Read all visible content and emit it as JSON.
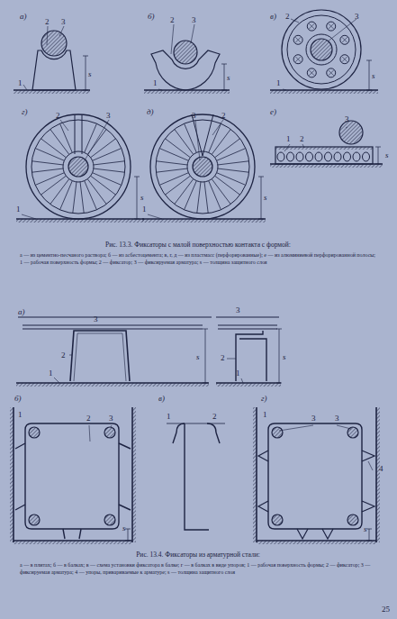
{
  "diagram": {
    "labels": [
      "а)",
      "2",
      "3",
      "1",
      "s",
      "б)",
      "2",
      "3",
      "1",
      "s",
      "в)",
      "2",
      "3",
      "1",
      "s",
      "г)",
      "2",
      "3",
      "1",
      "s",
      "д)",
      "3",
      "2",
      "1",
      "s",
      "е)",
      "1",
      "2",
      "3",
      "s",
      "Рис. 13.3. Фиксаторы с малой поверхностью контакта с формой:",
      "а — из цементно-песчаного раствора; б — из асбестоцемента; в, г, д — из пластмасс (перфорированные); е — из алюминиевой перфорированной полосы; 1 — рабочая поверхность формы; 2 — фиксатор; 3 — фиксируемая арматура; s — толщина защитного слоя",
      "а)",
      "3",
      "2",
      "1",
      "s",
      "3",
      "2",
      "1",
      "s",
      "б)",
      "1",
      "2",
      "3",
      "s",
      "в)",
      "1",
      "2",
      "г)",
      "1",
      "3",
      "3",
      "4",
      "s",
      "Рис. 13.4. Фиксаторы из арматурной стали:",
      "а — в плитах; б — в балках; в — схема установки фиксатора в балке; г — в балках в виде упоров; 1 — рабочая поверхность формы; 2 — фиксатор; 3 — фиксируемая арматура; 4 — упоры, привариваемые к арматуре; s — толщина защитного слоя",
      "25"
    ]
  }
}
